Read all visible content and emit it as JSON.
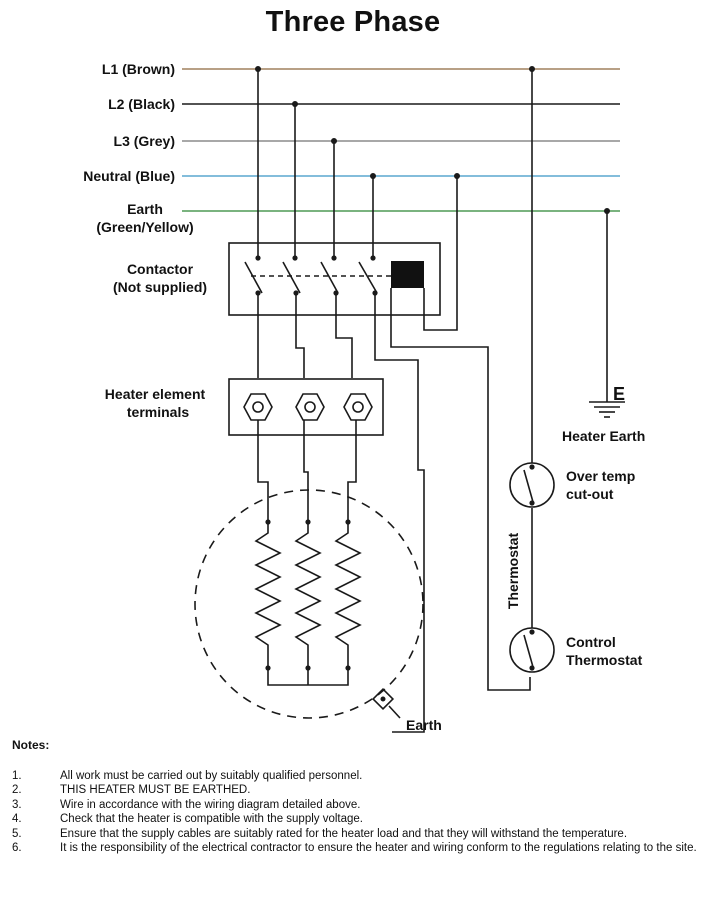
{
  "title": "Three Phase",
  "labels": {
    "l1": "L1 (Brown)",
    "l2": "L2 (Black)",
    "l3": "L3 (Grey)",
    "neutral": "Neutral (Blue)",
    "earth_line1": "Earth",
    "earth_line2": "(Green/Yellow)",
    "contactor_line1": "Contactor",
    "contactor_line2": "(Not supplied)",
    "heater_terminals_line1": "Heater element",
    "heater_terminals_line2": "terminals",
    "earth_symbol": "E",
    "heater_earth": "Heater Earth",
    "over_temp_line1": "Over temp",
    "over_temp_line2": "cut-out",
    "thermostat_vertical": "Thermostat",
    "control_line1": "Control",
    "control_line2": "Thermostat",
    "element_earth": "Earth"
  },
  "colors": {
    "brown": "#a0815e",
    "black": "#1a1a1a",
    "grey": "#8c8c8c",
    "blue": "#5aa7cf",
    "green": "#4f9a55"
  },
  "notes": {
    "heading": "Notes:",
    "items": [
      {
        "num": "1.",
        "text": "All work must be carried out by suitably qualified personnel."
      },
      {
        "num": "2.",
        "text": "THIS HEATER MUST BE EARTHED."
      },
      {
        "num": "3.",
        "text": "Wire in accordance with the wiring diagram detailed above."
      },
      {
        "num": "4.",
        "text": "Check that the heater is compatible with the supply voltage."
      },
      {
        "num": "5.",
        "text": "Ensure that the supply cables are suitably rated for the heater load and that they will withstand the temperature."
      },
      {
        "num": "6.",
        "text": "It is the responsibility of the electrical contractor to ensure the heater and wiring conform to the regulations relating to the site."
      }
    ]
  }
}
